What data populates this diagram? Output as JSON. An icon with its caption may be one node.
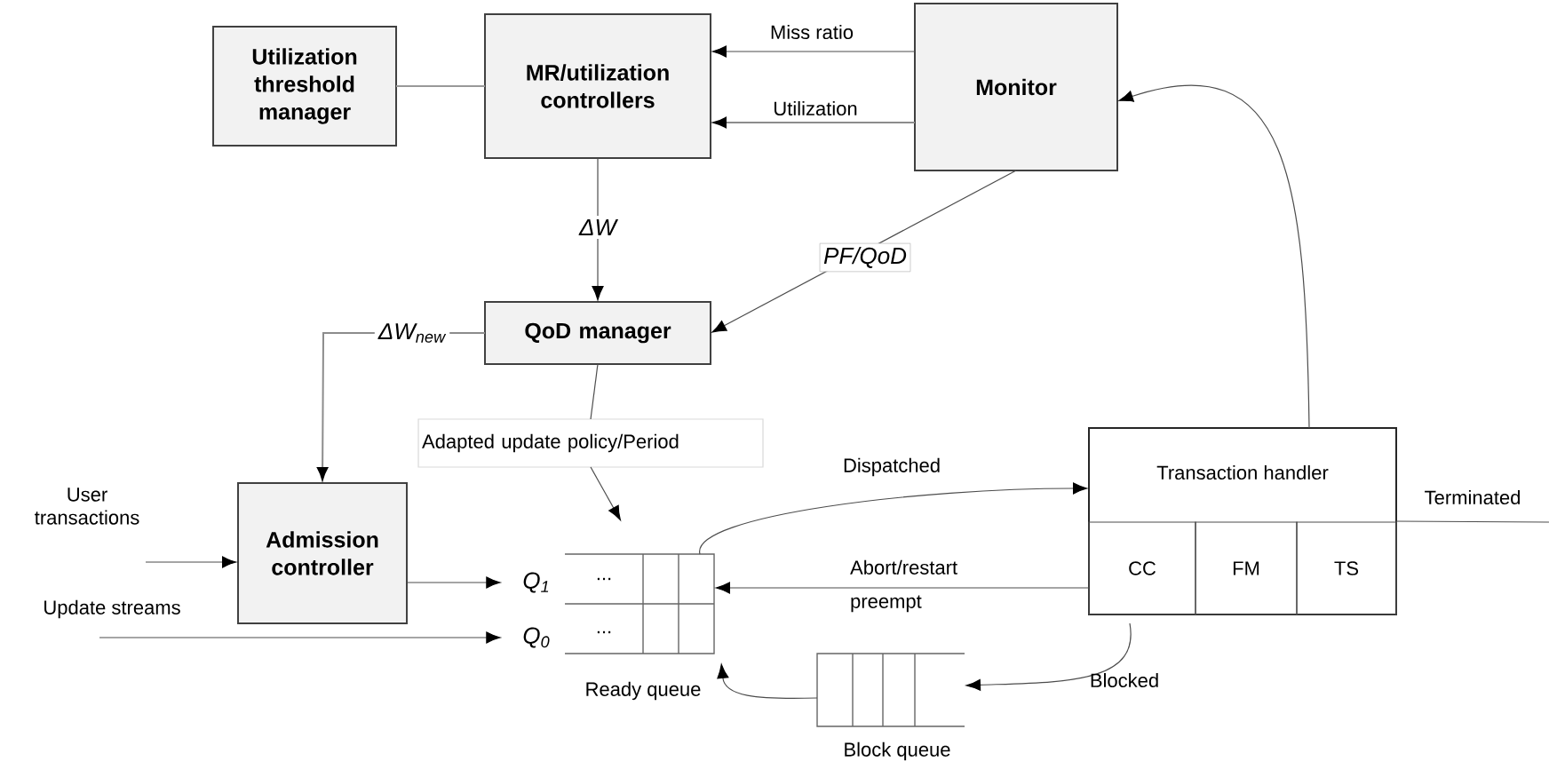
{
  "diagram": {
    "nodes": [
      {
        "text": [
          "Utilization threshold manager"
        ]
      },
      {
        "text": [
          "MR/utilization controllers"
        ]
      },
      {
        "text": [
          "Monitor"
        ]
      },
      {
        "text": [
          "QoD manager"
        ]
      },
      {
        "text": [
          "Admission controller"
        ]
      },
      {
        "text": [
          "Adapted update policy/Period"
        ]
      },
      {
        "text": [],
        "shape": "box",
        "beside": [
          "Ready queue"
        ]
      },
      {
        "text": [
          "Q$_{1}$"
        ]
      },
      {
        "text": [
          "Q$_{0}$"
        ]
      },
      {
        "text": [
          "Transaction handler"
        ]
      },
      {
        "text": [
          "CC"
        ],
        "in": 9
      },
      {
        "text": [
          "FM"
        ],
        "in": 9
      },
      {
        "text": [
          "TS"
        ],
        "in": 9
      },
      {
        "text": [],
        "shape": "box",
        "beside": [
          "Block queue"
        ]
      }
    ],
    "edges": [
      {
        "from": 1,
        "to": 0,
        "arrow": "none"
      },
      {
        "from": 2,
        "to": 1,
        "arrow": "to",
        "label": "Miss ratio"
      },
      {
        "from": 2,
        "to": 1,
        "arrow": "to",
        "label": "Utilization"
      },
      {
        "from": 1,
        "to": 3,
        "arrow": "to",
        "label": "ΔW"
      },
      {
        "from": 2,
        "to": 3,
        "arrow": "to",
        "label": "PF/QoD"
      },
      {
        "from": 3,
        "to": 4,
        "arrow": "to",
        "label": "ΔW$_{new}$"
      },
      {
        "from": 3,
        "to": 5,
        "arrow": "none"
      },
      {
        "from": 5,
        "to": 6,
        "arrow": "to"
      },
      {
        "from": null,
        "to": 4,
        "arrow": "to",
        "label": "User transactions"
      },
      {
        "from": 4,
        "to": 7,
        "arrow": "to"
      },
      {
        "from": null,
        "to": 8,
        "arrow": "to",
        "label": "Update streams"
      },
      {
        "from": 6,
        "to": 9,
        "arrow": "to",
        "label": "Dispatched"
      },
      {
        "from": 10,
        "to": 6,
        "arrow": "to",
        "label": "Abort/restart preempt"
      },
      {
        "from": 10,
        "to": 13,
        "arrow": "to",
        "label": "Blocked"
      },
      {
        "from": 13,
        "to": 6,
        "arrow": "to"
      },
      {
        "from": 9,
        "to": 2,
        "arrow": "to"
      },
      {
        "from": 9,
        "to": null,
        "arrow": "none",
        "label": "Terminated"
      }
    ],
    "labels": [
      "...",
      "..."
    ]
  }
}
